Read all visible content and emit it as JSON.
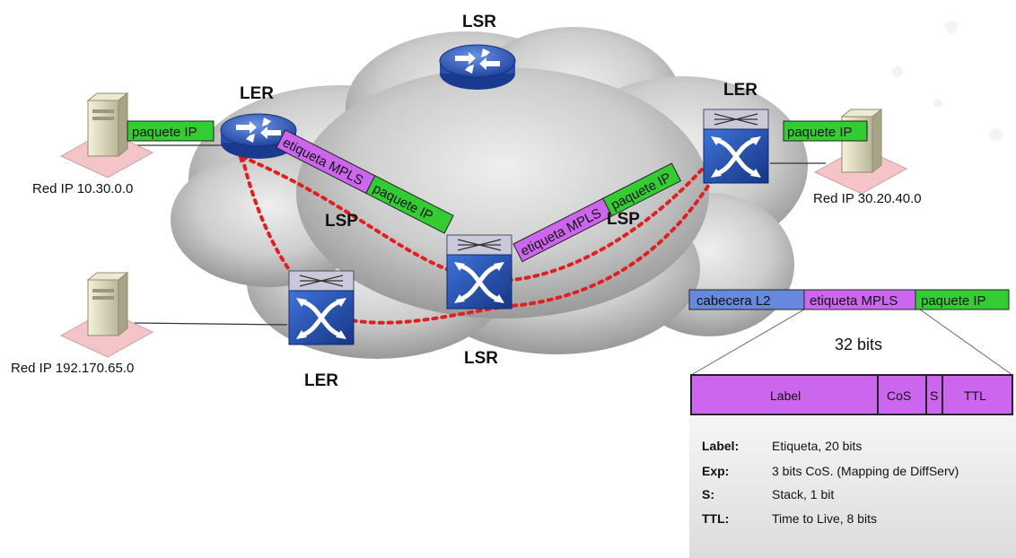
{
  "nodes": {
    "lsr_top": "LSR",
    "ler_top_left": "LER",
    "ler_right": "LER",
    "lsr_center": "LSR",
    "ler_bottom": "LER"
  },
  "paths": {
    "lsp_left": "LSP",
    "lsp_right": "LSP"
  },
  "networks": {
    "left_top": "Red IP 10.30.0.0",
    "left_bottom": "Red IP 192.170.65.0",
    "right": "Red IP 30.20.40.0"
  },
  "packets": {
    "left_ip": "paquete IP",
    "right_ip": "paquete IP",
    "label_a": "etiqueta MPLS",
    "ip_a": "paquete IP",
    "label_b": "etiqueta MPLS",
    "ip_b": "paquete IP"
  },
  "frame": {
    "l2": "cabecera L2",
    "label": "etiqueta MPLS",
    "ip": "paquete IP",
    "width_note": "32 bits"
  },
  "header_fields": {
    "label": "Label",
    "cos": "CoS",
    "s": "S",
    "ttl": "TTL"
  },
  "legend": [
    {
      "key": "Label:",
      "value": "Etiqueta, 20 bits"
    },
    {
      "key": "Exp:",
      "value": "3 bits CoS. (Mapping de DiffServ)"
    },
    {
      "key": "S:",
      "value": "Stack, 1 bit"
    },
    {
      "key": "TTL:",
      "value": "Time to Live, 8 bits"
    }
  ],
  "colors": {
    "label_purple": "#cc66ee",
    "ip_green": "#33cc33",
    "l2_blue": "#6688dd",
    "lsp_red": "#e02020",
    "router_blue": "#3366cc",
    "cloud_gray": "#a8a8a8",
    "host_pink": "#f4c4c8"
  },
  "icons": [
    "router-icon",
    "label-switch-icon",
    "server-icon"
  ]
}
